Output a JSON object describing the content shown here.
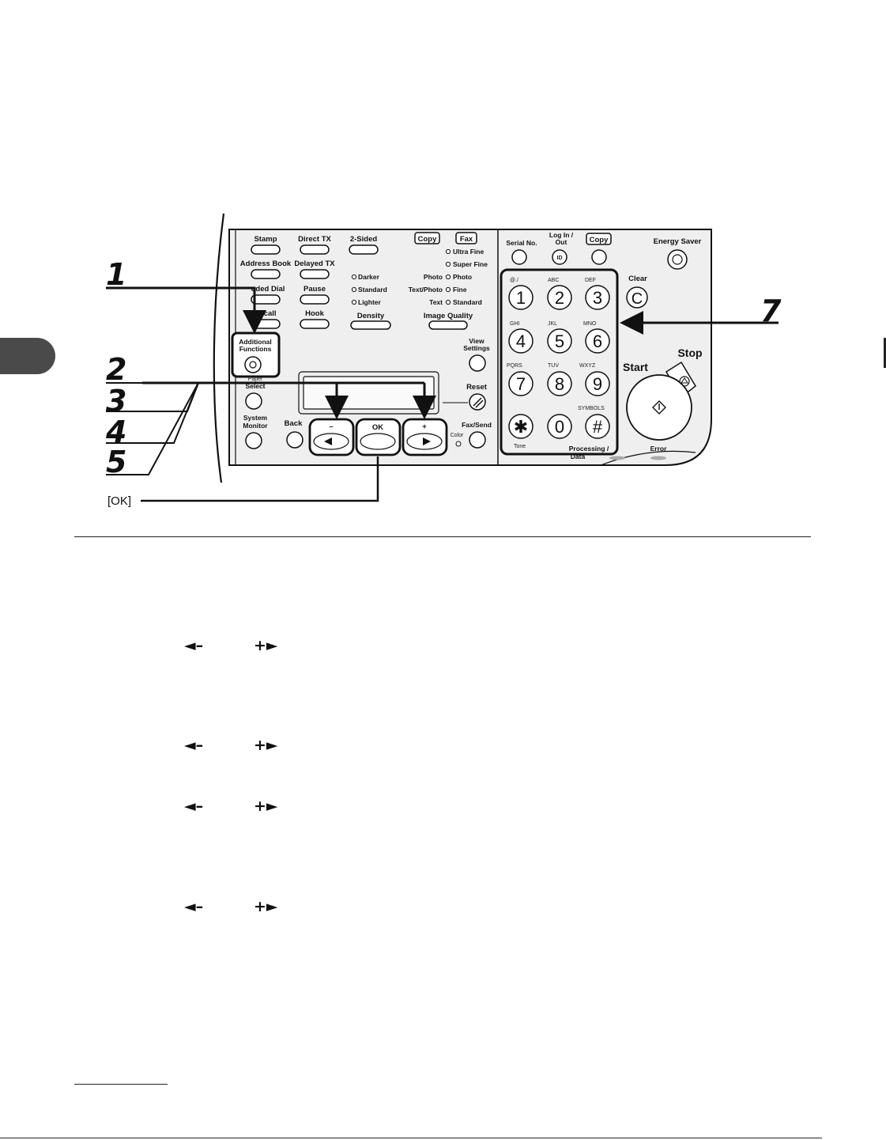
{
  "panel": {
    "row1": {
      "stamp": "Stamp",
      "direct_tx": "Direct TX",
      "two_sided": "2-Sided",
      "copy_tab": "Copy",
      "fax_tab": "Fax"
    },
    "row2": {
      "address_book": "Address Book",
      "delayed_tx": "Delayed TX"
    },
    "row3": {
      "coded_dial": "oded Dial",
      "pause": "Pause"
    },
    "row4": {
      "recall": "ecall",
      "hook": "Hook"
    },
    "density": {
      "options": [
        "Darker",
        "Standard",
        "Lighter"
      ],
      "label": "Density"
    },
    "image_quality": {
      "options": [
        "Ultra Fine",
        "Super Fine",
        "Photo",
        "Fine",
        "Standard"
      ],
      "left_labels": [
        "Photo",
        "Text/Photo",
        "Text"
      ],
      "label": "Image Quality"
    },
    "additional_functions": [
      "Additional",
      "Functions"
    ],
    "view_settings": [
      "View",
      "Settings"
    ],
    "paper_select": [
      "Paper",
      "Select"
    ],
    "reset": "Reset",
    "system_monitor": [
      "System",
      "Monitor"
    ],
    "back": "Back",
    "minus_sign": "–",
    "plus_sign": "+",
    "ok": "OK",
    "fax_send": "Fax/Send",
    "color": "Color",
    "serial_no": "Serial No.",
    "log_in_out": [
      "Log In /",
      "Out"
    ],
    "copy_right": "Copy",
    "energy_saver": "Energy Saver",
    "clear": "Clear",
    "clear_glyph": "C",
    "id_glyph": "ID",
    "keypad": [
      {
        "digit": "1",
        "letters": "@./"
      },
      {
        "digit": "2",
        "letters": "ABC"
      },
      {
        "digit": "3",
        "letters": "DEF"
      },
      {
        "digit": "4",
        "letters": "GHI"
      },
      {
        "digit": "5",
        "letters": "JKL"
      },
      {
        "digit": "6",
        "letters": "MNO"
      },
      {
        "digit": "7",
        "letters": "PQRS"
      },
      {
        "digit": "8",
        "letters": "TUV"
      },
      {
        "digit": "9",
        "letters": "WXYZ"
      },
      {
        "digit": "✱",
        "letters": "Tone"
      },
      {
        "digit": "0",
        "letters": ""
      },
      {
        "digit": "#",
        "letters": "SYMBOLS"
      }
    ],
    "processing": "Processing /",
    "data": "Data",
    "error": "Error",
    "start": "Start",
    "stop": "Stop"
  },
  "callouts": [
    "1",
    "2",
    "3",
    "4",
    "5",
    "7"
  ],
  "ok_callout": "[OK]",
  "arrow_keys": {
    "left": "◄–",
    "right": "+►"
  },
  "steps": [
    {
      "left": "◄–",
      "right": "+►"
    },
    {
      "left": "◄–",
      "right": "+►"
    },
    {
      "left": "◄–",
      "right": "+►"
    },
    {
      "left": "◄–",
      "right": "+►"
    }
  ],
  "colors": {
    "chapter_tab": "#4a4a4a",
    "panel": "#efefef",
    "ink": "#111111"
  }
}
